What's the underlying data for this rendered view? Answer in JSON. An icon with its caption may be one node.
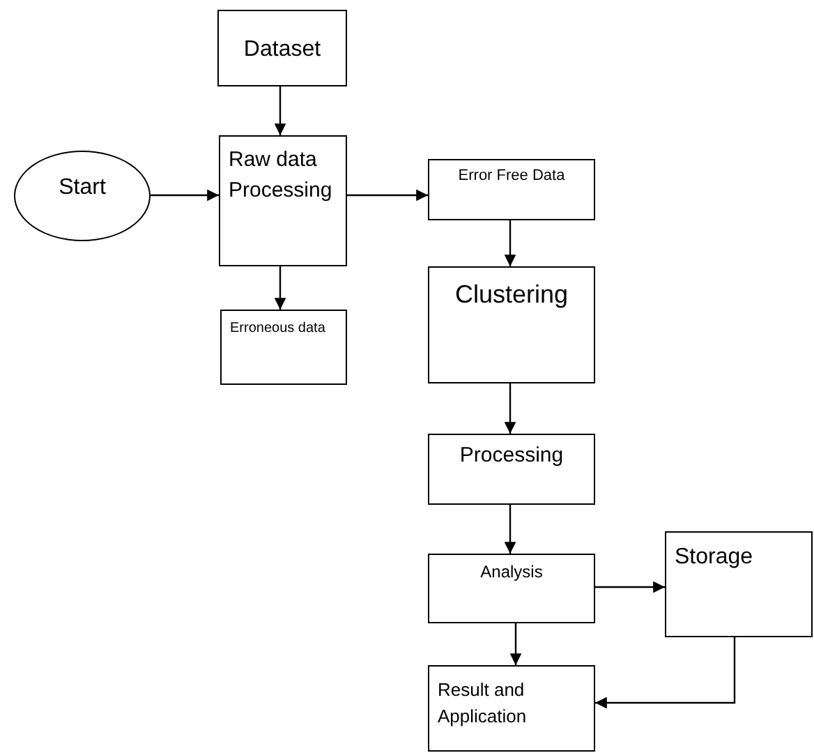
{
  "diagram": {
    "nodes": [
      {
        "text": [
          "Dataset"
        ]
      },
      {
        "text": [
          "Start"
        ]
      },
      {
        "text": [
          "Raw data Processing"
        ]
      },
      {
        "text": [
          "Error Free Data"
        ]
      },
      {
        "text": [
          "Erroneous data"
        ]
      },
      {
        "text": [
          "Clustering"
        ]
      },
      {
        "text": [
          "Processing"
        ]
      },
      {
        "text": [
          "Analysis"
        ]
      },
      {
        "text": [
          "Storage"
        ]
      },
      {
        "text": [
          "Result and Application"
        ]
      }
    ],
    "edges": [
      {
        "from": 0,
        "to": 2,
        "arrow": "to"
      },
      {
        "from": 1,
        "to": 2,
        "arrow": "to"
      },
      {
        "from": 2,
        "to": 3,
        "arrow": "to"
      },
      {
        "from": 2,
        "to": 4,
        "arrow": "to"
      },
      {
        "from": 3,
        "to": 5,
        "arrow": "to"
      },
      {
        "from": 5,
        "to": 6,
        "arrow": "to"
      },
      {
        "from": 6,
        "to": 7,
        "arrow": "to"
      },
      {
        "from": 7,
        "to": 8,
        "arrow": "to"
      },
      {
        "from": 7,
        "to": 9,
        "arrow": "to"
      },
      {
        "from": 8,
        "to": 9,
        "arrow": "to"
      }
    ]
  }
}
